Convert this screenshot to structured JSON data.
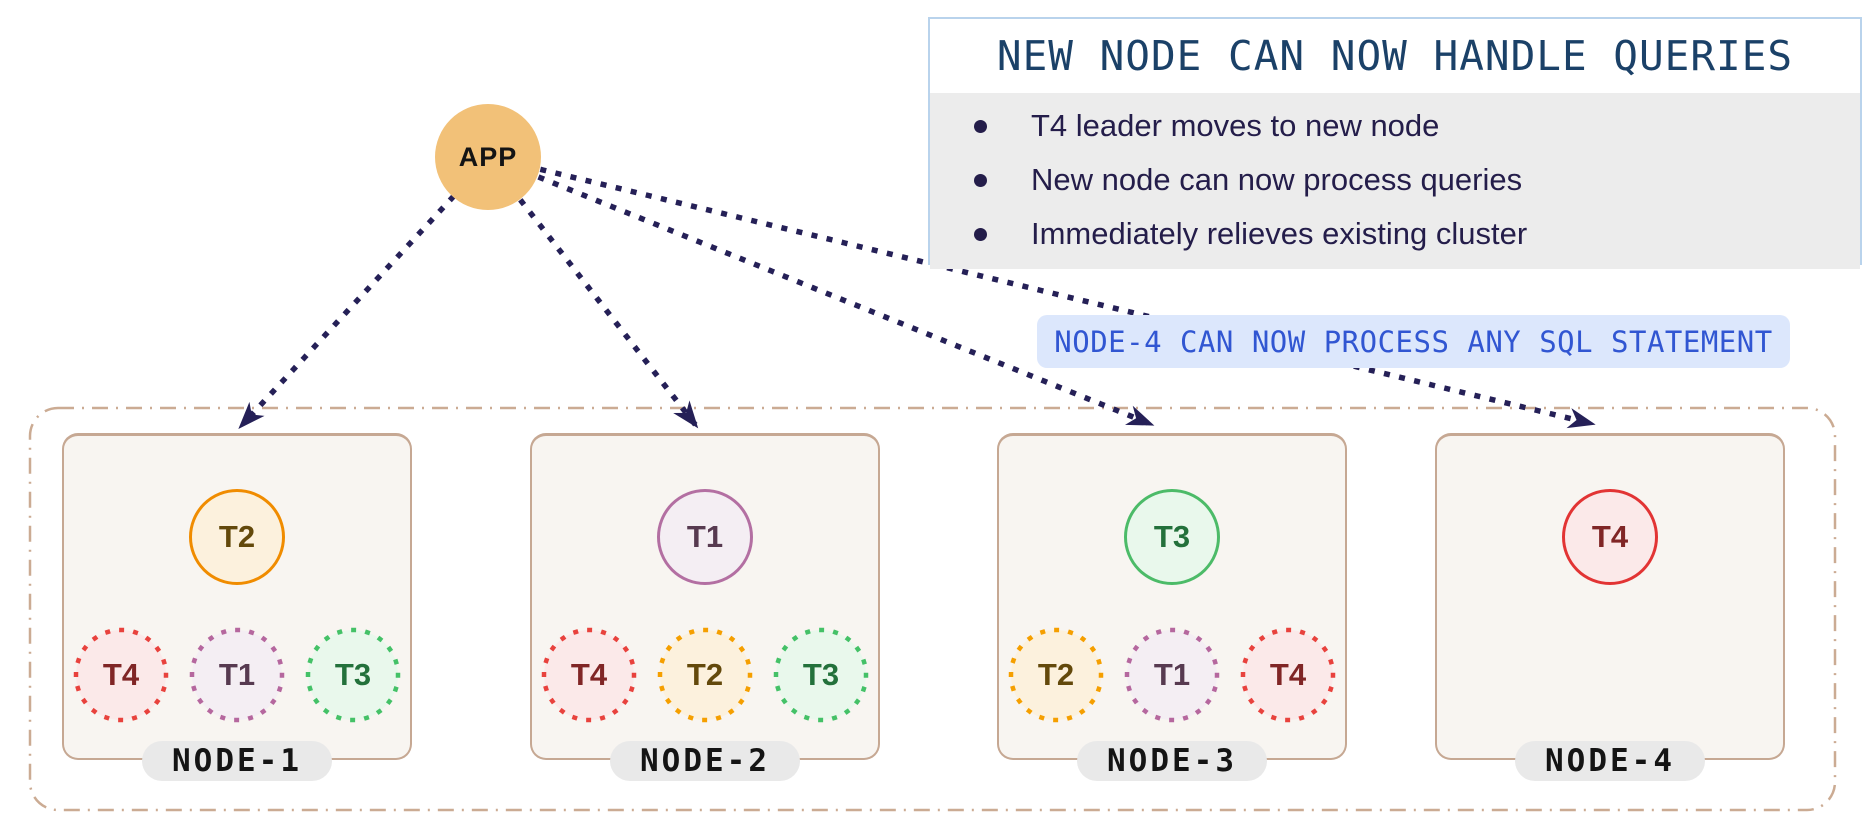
{
  "app": {
    "label": "APP"
  },
  "info_box": {
    "title": "NEW NODE CAN NOW HANDLE QUERIES",
    "bullets": [
      "T4 leader moves to new node",
      "New node can now process queries",
      "Immediately relieves existing cluster"
    ]
  },
  "callout": {
    "label": "NODE-4 CAN NOW PROCESS ANY SQL STATEMENT"
  },
  "nodes": [
    {
      "name": "NODE-1",
      "leader": {
        "id": "t2",
        "label": "T2"
      },
      "followers": [
        {
          "id": "t4",
          "label": "T4"
        },
        {
          "id": "t1",
          "label": "T1"
        },
        {
          "id": "t3",
          "label": "T3"
        }
      ]
    },
    {
      "name": "NODE-2",
      "leader": {
        "id": "t1",
        "label": "T1"
      },
      "followers": [
        {
          "id": "t4",
          "label": "T4"
        },
        {
          "id": "t2",
          "label": "T2"
        },
        {
          "id": "t3",
          "label": "T3"
        }
      ]
    },
    {
      "name": "NODE-3",
      "leader": {
        "id": "t3",
        "label": "T3"
      },
      "followers": [
        {
          "id": "t2",
          "label": "T2"
        },
        {
          "id": "t1",
          "label": "T1"
        },
        {
          "id": "t4",
          "label": "T4"
        }
      ]
    },
    {
      "name": "NODE-4",
      "leader": {
        "id": "t4",
        "label": "T4"
      },
      "followers": []
    }
  ],
  "colors": {
    "app_fill": "#f2c178",
    "arrow": "#252057",
    "info_border": "#b9d3ec",
    "info_title_text": "#1b4168",
    "info_body_bg": "#ececec",
    "bullet_text": "#241d4a",
    "callout_bg": "#dce7fc",
    "callout_text": "#3156d2",
    "cluster_border": "#cbab93",
    "node_border": "#c6a893",
    "node_fill": "#f8f5f1",
    "pill_bg": "#e9e9e9",
    "tablets": {
      "t1": {
        "ring": "#b36fa2",
        "fill": "#f4eef3",
        "text": "#573a50"
      },
      "t2": {
        "ring": "#f08c00",
        "fill": "#fcf1dd",
        "text": "#63490b"
      },
      "t3": {
        "ring": "#4cbb68",
        "fill": "#e9f8ec",
        "text": "#23713b"
      },
      "t4": {
        "ring": "#e23434",
        "fill": "#fbe9e9",
        "text": "#802626"
      }
    }
  }
}
